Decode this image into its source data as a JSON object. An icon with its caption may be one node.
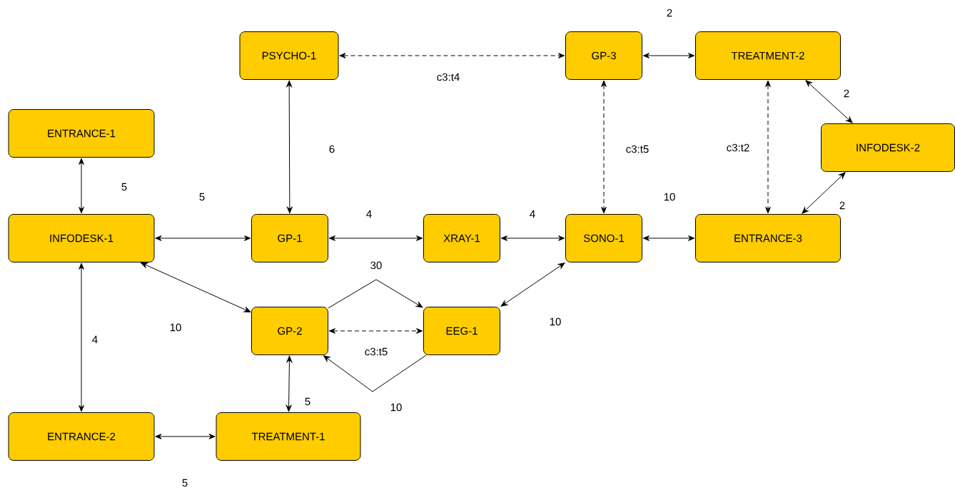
{
  "diagram": {
    "nodes": [
      {
        "text": [
          "PSYCHO-1"
        ]
      },
      {
        "text": [
          "GP-3"
        ]
      },
      {
        "text": [
          "TREATMENT-2"
        ]
      },
      {
        "text": [
          "ENTRANCE-1"
        ]
      },
      {
        "text": [
          "INFODESK-2"
        ]
      },
      {
        "text": [
          "INFODESK-1"
        ]
      },
      {
        "text": [
          "GP-1"
        ]
      },
      {
        "text": [
          "XRAY-1"
        ]
      },
      {
        "text": [
          "SONO-1"
        ]
      },
      {
        "text": [
          "ENTRANCE-3"
        ]
      },
      {
        "text": [
          "GP-2"
        ]
      },
      {
        "text": [
          "EEG-1"
        ]
      },
      {
        "text": [
          "ENTRANCE-2"
        ]
      },
      {
        "text": [
          "TREATMENT-1"
        ]
      }
    ],
    "edges": [
      {
        "from": 0,
        "to": 1,
        "arrow": "both",
        "style": "dashed",
        "label": "c3:t4"
      },
      {
        "from": 1,
        "to": 2,
        "arrow": "both",
        "label": "2"
      },
      {
        "from": 0,
        "to": 6,
        "arrow": "both",
        "label": "6"
      },
      {
        "from": 1,
        "to": 8,
        "arrow": "both",
        "style": "dashed",
        "label": "c3:t5"
      },
      {
        "from": 2,
        "to": 9,
        "arrow": "both",
        "style": "dashed",
        "label": "c3:t2"
      },
      {
        "from": 2,
        "to": 4,
        "arrow": "both",
        "label": "2"
      },
      {
        "from": 4,
        "to": 9,
        "arrow": "both",
        "label": "2"
      },
      {
        "from": 3,
        "to": 5,
        "arrow": "both",
        "label": "5"
      },
      {
        "from": 5,
        "to": 6,
        "arrow": "both",
        "label": "5"
      },
      {
        "from": 6,
        "to": 7,
        "arrow": "both",
        "label": "4"
      },
      {
        "from": 7,
        "to": 8,
        "arrow": "both",
        "label": "4"
      },
      {
        "from": 8,
        "to": 9,
        "arrow": "both",
        "label": "10"
      },
      {
        "from": 5,
        "to": 10,
        "arrow": "both",
        "label": "10"
      },
      {
        "from": 10,
        "to": 11,
        "arrow": "to",
        "label": "30"
      },
      {
        "from": 10,
        "to": 11,
        "arrow": "both",
        "style": "dashed",
        "label": "c3:t5"
      },
      {
        "from": 11,
        "to": 10,
        "arrow": "to",
        "label": "10"
      },
      {
        "from": 8,
        "to": 11,
        "arrow": "both",
        "label": "10"
      },
      {
        "from": 5,
        "to": 12,
        "arrow": "both",
        "label": "4"
      },
      {
        "from": 10,
        "to": 13,
        "arrow": "both",
        "label": "5"
      },
      {
        "from": 12,
        "to": 13,
        "arrow": "both",
        "label": "5"
      }
    ]
  }
}
